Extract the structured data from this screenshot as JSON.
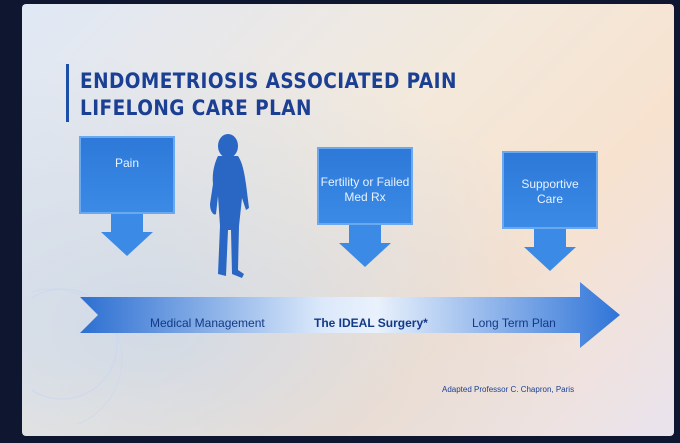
{
  "title": {
    "line1": "ENDOMETRIOSIS ASSOCIATED PAIN",
    "line2": "LIFELONG CARE PLAN"
  },
  "cards": [
    {
      "label_line1": "Pain",
      "label_line2": ""
    },
    {
      "label_line1": "Fertility or Failed",
      "label_line2": "Med Rx"
    },
    {
      "label_line1": "Supportive",
      "label_line2": "Care"
    }
  ],
  "timeline": {
    "stage1": "Medical Management",
    "stage2": "The IDEAL Surgery*",
    "stage3": "Long Term Plan"
  },
  "credit": "Adapted Professor C. Chapron, Paris",
  "icons": {
    "figure": "woman-silhouette-icon"
  },
  "colors": {
    "accent": "#3b8be6",
    "title": "#1b3f93"
  }
}
